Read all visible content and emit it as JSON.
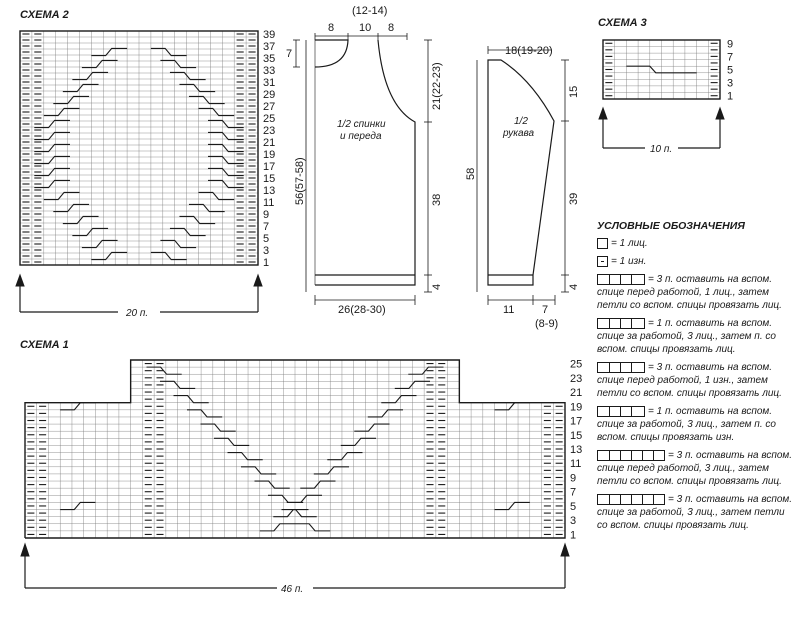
{
  "scheme2": {
    "title": "СХЕМА 2",
    "rows": 39,
    "stitches": 20,
    "width_label": "20 п.",
    "row_labels": [
      "1",
      "3",
      "5",
      "7",
      "9",
      "11",
      "13",
      "15",
      "17",
      "19",
      "21",
      "23",
      "25",
      "27",
      "29",
      "31",
      "33",
      "35",
      "37",
      "39"
    ]
  },
  "scheme3": {
    "title": "СХЕМА 3",
    "width_label": "10 п.",
    "row_labels": [
      "1",
      "3",
      "5",
      "7",
      "9"
    ]
  },
  "scheme1": {
    "title": "СХЕМА 1",
    "width_label": "46 п.",
    "row_labels": [
      "1",
      "3",
      "5",
      "7",
      "9",
      "11",
      "13",
      "15",
      "17",
      "19",
      "21",
      "23",
      "25"
    ]
  },
  "body_pattern": {
    "top_measures": [
      "8",
      "10",
      "8"
    ],
    "top_total": "(12-14)",
    "neck_depth": "7",
    "shoulder_height": "21(22-23)",
    "side_height": "38",
    "rib_height": "4",
    "total_height": "56(57-58)",
    "bottom_width": "26(28-30)",
    "caption_line1": "1/2 спинки",
    "caption_line2": "и переда"
  },
  "sleeve_pattern": {
    "top_width": "18(19-20)",
    "cap_height": "15",
    "side_height": "39",
    "rib_height": "4",
    "total_height": "58",
    "bottom_a": "11",
    "bottom_b": "7",
    "bottom_b_sizes": "(8-9)",
    "caption_line1": "1/2",
    "caption_line2": "рукава"
  },
  "legend": {
    "title": "УСЛОВНЫЕ ОБОЗНАЧЕНИЯ",
    "items": [
      "= 1 лиц.",
      "= 1 изн.",
      "= 3 п. оставить на вспом. спице перед работой, 1 лиц., затем петли со вспом. спицы провязать лиц.",
      "= 1 п. оставить на вспом. спице за работой, 3 лиц., затем п. со вспом. спицы провязать лиц.",
      "= 3 п. оставить на вспом. спице перед работой, 1 изн., затем петли со вспом. спицы провязать лиц.",
      "= 1 п. оставить на вспом. спице за работой, 3 лиц., затем п. со вспом. спицы провязать изн.",
      "= 3 п. оставить на вспом. спице перед работой, 3 лиц., затем петли со вспом. спицы провязать лиц.",
      "= 3 п. оставить на вспом. спице за работой, 3 лиц., затем петли со вспом. спицы провязать лиц."
    ]
  }
}
